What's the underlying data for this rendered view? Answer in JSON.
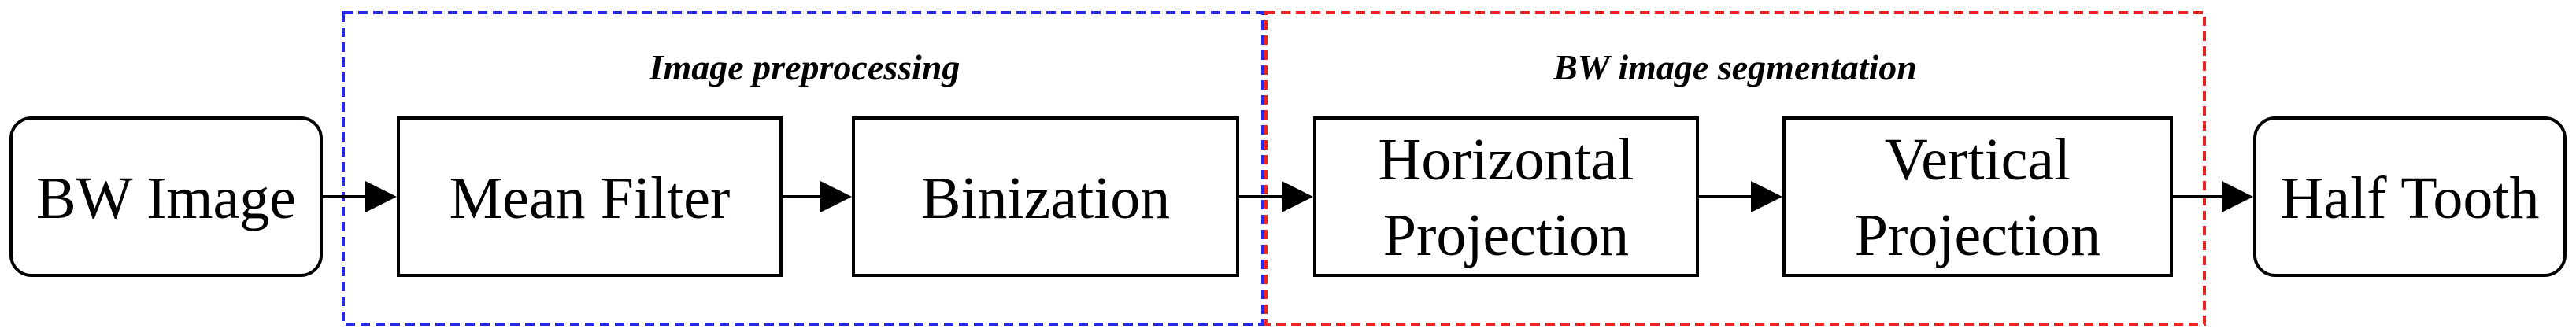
{
  "groups": [
    {
      "id": "preprocessing",
      "title": "Image preprocessing",
      "color": "#2a2ae6"
    },
    {
      "id": "segmentation",
      "title": "BW image segmentation",
      "color": "#ee2222"
    }
  ],
  "nodes": [
    {
      "id": "bw-image",
      "lines": [
        "BW Image"
      ]
    },
    {
      "id": "mean-filter",
      "lines": [
        "Mean Filter"
      ]
    },
    {
      "id": "binization",
      "lines": [
        "Binization"
      ]
    },
    {
      "id": "horizontal-projection",
      "lines": [
        "Horizontal",
        "Projection"
      ]
    },
    {
      "id": "vertical-projection",
      "lines": [
        "Vertical",
        "Projection"
      ]
    },
    {
      "id": "half-tooth",
      "lines": [
        "Half Tooth"
      ]
    }
  ],
  "edges": [
    [
      "bw-image",
      "mean-filter"
    ],
    [
      "mean-filter",
      "binization"
    ],
    [
      "binization",
      "horizontal-projection"
    ],
    [
      "horizontal-projection",
      "vertical-projection"
    ],
    [
      "vertical-projection",
      "half-tooth"
    ]
  ]
}
